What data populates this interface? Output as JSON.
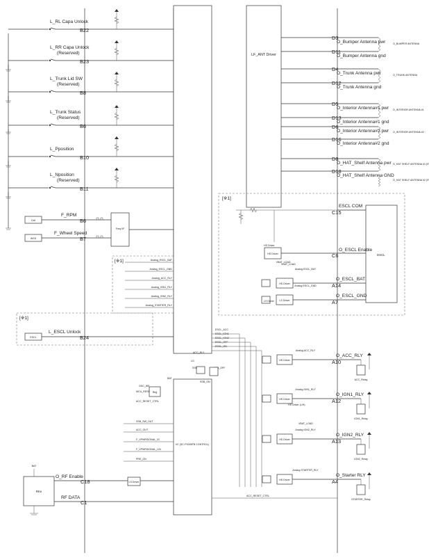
{
  "left_inputs": [
    {
      "label": "L_RL Capa Unlock",
      "sub": "",
      "pin": "B22"
    },
    {
      "label": "L_RR Capa Unlock",
      "sub": "(Reserved)",
      "pin": "B23"
    },
    {
      "label": "L_Trunk Lid SW",
      "sub": "(Reserved)",
      "pin": "B8"
    },
    {
      "label": "L_Trunk Status",
      "sub": "(Reserved)",
      "pin": "B6"
    },
    {
      "label": "L_Pposition",
      "sub": "",
      "pin": "B10"
    },
    {
      "label": "L_Nposition",
      "sub": "(Reserved)",
      "pin": "B11"
    }
  ],
  "freq_inputs": [
    {
      "label": "F_RPM",
      "pin": "B6",
      "source": "Cell"
    },
    {
      "label": "F_Wheel Speed",
      "pin": "B7",
      "source": "WSS"
    }
  ],
  "escl_unlock": {
    "label": "L_ESCL Unlock",
    "pin": "B24",
    "source": "ESCL",
    "group_mark": "[※1]"
  },
  "rf": {
    "enable_label": "O_RF Enable",
    "enable_pin": "C18",
    "data_label": "RF DATA",
    "data_pin": "C1",
    "module": "RKe",
    "bat": "BAT",
    "driver": "LS Driver"
  },
  "lf_antenna": {
    "driver_label": "LF_ANT Driver",
    "outputs": [
      {
        "label": "O_Bumper Antenna pwr",
        "pin": "D3"
      },
      {
        "label": "O_Bumper Antenna gnd",
        "pin": "D11"
      },
      {
        "label": "O_Trunk Antenna pwr",
        "pin": "D4"
      },
      {
        "label": "O_Trunk Antenna gnd",
        "pin": "D12"
      },
      {
        "label": "O_Interior Antenna#1 pwr",
        "pin": "D5"
      },
      {
        "label": "O_Interior Antenna#1 gnd",
        "pin": "D13"
      },
      {
        "label": "O_Interior Antenna#2 pwr",
        "pin": "D6"
      },
      {
        "label": "O_Interior Antenna#2 gnd",
        "pin": "D16"
      },
      {
        "label": "O_HAT_Shelf Antenna pwr",
        "pin": "D8"
      },
      {
        "label": "O_HAT_Shelf Antenna GND",
        "pin": "D18"
      }
    ],
    "coil_labels": [
      "O_BUMPER ANTENNA",
      "O_TRUNK ANTENNA",
      "O_INTERIOR ANTENNA #1",
      "O_INTERIOR ANTENNA #2",
      "O_HAT SHELF ANTENNA #1 (Reserved)",
      "O_HAT SHELF ANTENNA #2 (Reserved)"
    ]
  },
  "escl": {
    "group_mark": "[※1]",
    "com_label": "ESCL COM",
    "com_pin": "C15",
    "enable_label": "O_ESCL Enable",
    "enable_pin": "C6",
    "bat_label": "O_ESCL_BAT",
    "bat_pin": "A14",
    "gnd_label": "O_ESCL_GND",
    "gnd_pin": "A7",
    "module": "ESCL",
    "hs_driver": "HS Driver",
    "ls_driver": "LS Driver",
    "hs_small": "HS Driver",
    "bat_sense": "VBAT_LOAD",
    "analog_bat": "Analog ESCL_BAT",
    "analog_gnd": "Analog ESCL_GND"
  },
  "analog_group": {
    "group_mark": "[※1]",
    "items": [
      "Analog_ESCL_BAT",
      "Analog_ESCL_GND",
      "Analog_ACC_RLY",
      "Analog_IGN1_RLY",
      "Analog_IGN2_RLY",
      "Analog_STARTER_RLY"
    ]
  },
  "relays": [
    {
      "label": "O_ACC_RLY",
      "pin": "A10",
      "relay": "ACC_Relay",
      "analog": "Analog ACC_RLY"
    },
    {
      "label": "O_IGN1_RLY",
      "pin": "A12",
      "relay": "IGN1_Relay",
      "analog": "Analog IGN1_RLY"
    },
    {
      "label": "O_IGN2_RLY",
      "pin": "A13",
      "relay": "IGN2_Relay",
      "analog": "Analog IGN2_RLY"
    },
    {
      "label": "O_Starter RLY",
      "pin": "A4",
      "relay": "STARTER_Relay",
      "analog": "Analog STARTER_RLY"
    }
  ],
  "mcu": {
    "label": "I/C (SC-FS008TB CONTROL)",
    "signals": [
      "ESCL_ACC",
      "ESCL_IGN1",
      "ESCL_IGN2",
      "ESCL_OFF",
      "ESCL_ON",
      "ACC_RLY",
      "SSB_ON",
      "SSB_ACC",
      "SSB_OFF",
      "SSB_SW_OUT",
      "ACC_OUT",
      "F_VPWRSIGNAL_IG",
      "F_VPWRSIGNAL_LIN",
      "PRE_ON",
      "MCU_RESET_CTRL",
      "ACC_RESET_CTRL",
      "LG",
      "VBAT_LOAD",
      "HS Driver",
      "LS Driver",
      "HS Driver (L/H)",
      "OSC_WE",
      "BAT",
      "VBAT_LOAD"
    ],
    "freq_block": "Freq I/F",
    "pre_block": "Reg"
  }
}
